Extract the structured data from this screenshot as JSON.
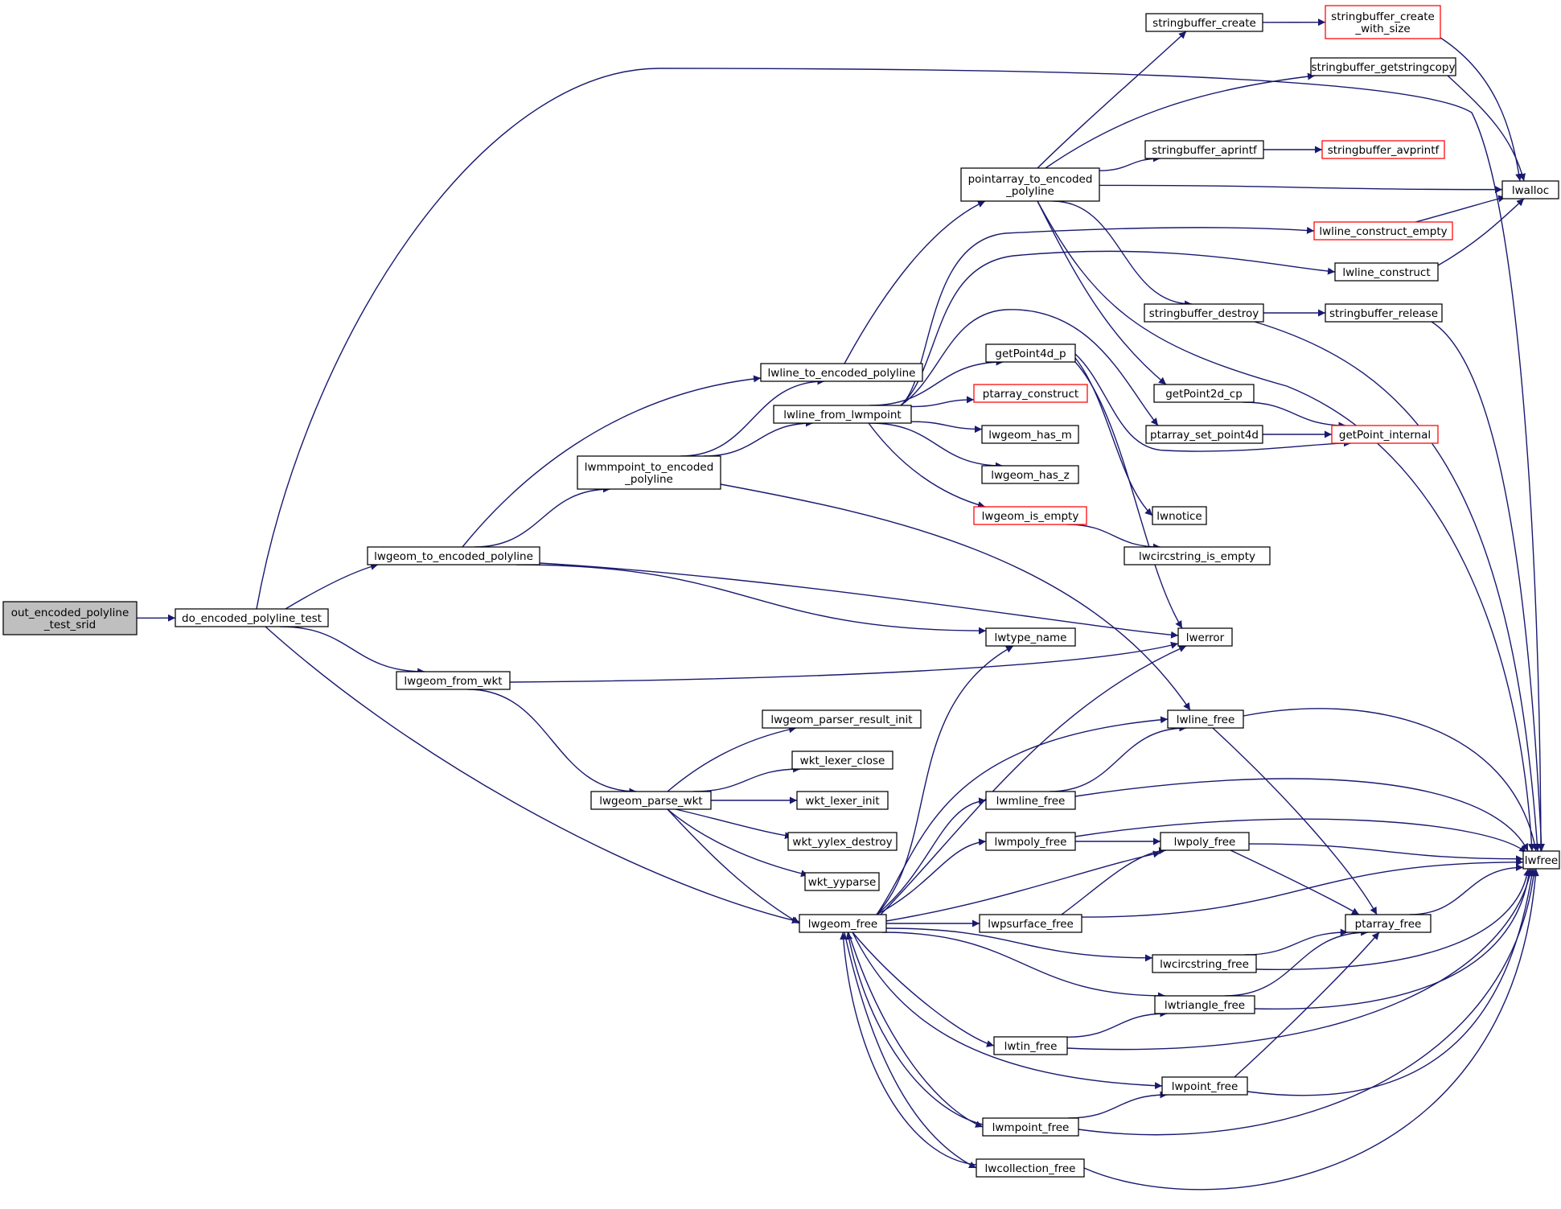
{
  "colors": {
    "edge": "#191970",
    "box_border": "#000000",
    "box_border_truncated": "#ff0000",
    "root_fill": "#bfbfbf",
    "node_fill": "#ffffff",
    "text": "#000000"
  },
  "nodes": [
    {
      "id": "root",
      "lines": [
        "out_encoded_polyline",
        "_test_srid"
      ],
      "style": "root"
    },
    {
      "id": "do_test",
      "lines": [
        "do_encoded_polyline_test"
      ],
      "style": "normal"
    },
    {
      "id": "to_enc",
      "lines": [
        "lwgeom_to_encoded_polyline"
      ],
      "style": "normal"
    },
    {
      "id": "from_wkt",
      "lines": [
        "lwgeom_from_wkt"
      ],
      "style": "normal"
    },
    {
      "id": "line_enc",
      "lines": [
        "lwline_to_encoded_polyline"
      ],
      "style": "normal"
    },
    {
      "id": "mpt_enc",
      "lines": [
        "lwmmpoint_to_encoded",
        "_polyline"
      ],
      "style": "normal"
    },
    {
      "id": "parse_wkt",
      "lines": [
        "lwgeom_parse_wkt"
      ],
      "style": "normal"
    },
    {
      "id": "geom_free",
      "lines": [
        "lwgeom_free"
      ],
      "style": "normal"
    },
    {
      "id": "line_from_pt",
      "lines": [
        "lwline_from_lwmpoint"
      ],
      "style": "normal"
    },
    {
      "id": "pa_enc",
      "lines": [
        "pointarray_to_encoded",
        "_polyline"
      ],
      "style": "normal"
    },
    {
      "id": "parser_init",
      "lines": [
        "lwgeom_parser_result_init"
      ],
      "style": "normal"
    },
    {
      "id": "lex_close",
      "lines": [
        "wkt_lexer_close"
      ],
      "style": "normal"
    },
    {
      "id": "lex_init",
      "lines": [
        "wkt_lexer_init"
      ],
      "style": "normal"
    },
    {
      "id": "yylex_destroy",
      "lines": [
        "wkt_yylex_destroy"
      ],
      "style": "normal"
    },
    {
      "id": "yyparse",
      "lines": [
        "wkt_yyparse"
      ],
      "style": "normal"
    },
    {
      "id": "getp4d",
      "lines": [
        "getPoint4d_p"
      ],
      "style": "normal"
    },
    {
      "id": "pa_construct",
      "lines": [
        "ptarray_construct"
      ],
      "style": "truncated"
    },
    {
      "id": "has_m",
      "lines": [
        "lwgeom_has_m"
      ],
      "style": "normal"
    },
    {
      "id": "has_z",
      "lines": [
        "lwgeom_has_z"
      ],
      "style": "normal"
    },
    {
      "id": "is_empty",
      "lines": [
        "lwgeom_is_empty"
      ],
      "style": "truncated"
    },
    {
      "id": "type_name",
      "lines": [
        "lwtype_name"
      ],
      "style": "normal"
    },
    {
      "id": "mline_free",
      "lines": [
        "lwmline_free"
      ],
      "style": "normal"
    },
    {
      "id": "mpoly_free",
      "lines": [
        "lwmpoly_free"
      ],
      "style": "normal"
    },
    {
      "id": "psurf_free",
      "lines": [
        "lwpsurface_free"
      ],
      "style": "normal"
    },
    {
      "id": "tin_free",
      "lines": [
        "lwtin_free"
      ],
      "style": "normal"
    },
    {
      "id": "mpoint_free",
      "lines": [
        "lwmpoint_free"
      ],
      "style": "normal"
    },
    {
      "id": "coll_free",
      "lines": [
        "lwcollection_free"
      ],
      "style": "normal"
    },
    {
      "id": "sb_create",
      "lines": [
        "stringbuffer_create"
      ],
      "style": "normal"
    },
    {
      "id": "sb_aprintf",
      "lines": [
        "stringbuffer_aprintf"
      ],
      "style": "normal"
    },
    {
      "id": "sb_destroy",
      "lines": [
        "stringbuffer_destroy"
      ],
      "style": "normal"
    },
    {
      "id": "getp2d",
      "lines": [
        "getPoint2d_cp"
      ],
      "style": "normal"
    },
    {
      "id": "pa_set4d",
      "lines": [
        "ptarray_set_point4d"
      ],
      "style": "normal"
    },
    {
      "id": "notice",
      "lines": [
        "lwnotice"
      ],
      "style": "normal"
    },
    {
      "id": "circ_empty",
      "lines": [
        "lwcircstring_is_empty"
      ],
      "style": "normal"
    },
    {
      "id": "error",
      "lines": [
        "lwerror"
      ],
      "style": "normal"
    },
    {
      "id": "line_free",
      "lines": [
        "lwline_free"
      ],
      "style": "normal"
    },
    {
      "id": "poly_free",
      "lines": [
        "lwpoly_free"
      ],
      "style": "normal"
    },
    {
      "id": "circ_free",
      "lines": [
        "lwcircstring_free"
      ],
      "style": "normal"
    },
    {
      "id": "tri_free",
      "lines": [
        "lwtriangle_free"
      ],
      "style": "normal"
    },
    {
      "id": "point_free",
      "lines": [
        "lwpoint_free"
      ],
      "style": "normal"
    },
    {
      "id": "sb_create_ws",
      "lines": [
        "stringbuffer_create",
        "_with_size"
      ],
      "style": "truncated"
    },
    {
      "id": "sb_getcopy",
      "lines": [
        "stringbuffer_getstringcopy"
      ],
      "style": "normal"
    },
    {
      "id": "sb_avprintf",
      "lines": [
        "stringbuffer_avprintf"
      ],
      "style": "truncated"
    },
    {
      "id": "line_cons_empty",
      "lines": [
        "lwline_construct_empty"
      ],
      "style": "truncated"
    },
    {
      "id": "line_cons",
      "lines": [
        "lwline_construct"
      ],
      "style": "normal"
    },
    {
      "id": "sb_release",
      "lines": [
        "stringbuffer_release"
      ],
      "style": "normal"
    },
    {
      "id": "getp_internal",
      "lines": [
        "getPoint_internal"
      ],
      "style": "truncated"
    },
    {
      "id": "pa_free",
      "lines": [
        "ptarray_free"
      ],
      "style": "normal"
    },
    {
      "id": "lwalloc",
      "lines": [
        "lwalloc"
      ],
      "style": "normal"
    },
    {
      "id": "lwfree",
      "lines": [
        "lwfree"
      ],
      "style": "normal"
    }
  ],
  "edges": [
    [
      "root",
      "do_test"
    ],
    [
      "do_test",
      "to_enc"
    ],
    [
      "do_test",
      "from_wkt"
    ],
    [
      "do_test",
      "geom_free"
    ],
    [
      "do_test",
      "lwfree"
    ],
    [
      "to_enc",
      "line_enc"
    ],
    [
      "to_enc",
      "mpt_enc"
    ],
    [
      "to_enc",
      "type_name"
    ],
    [
      "to_enc",
      "error"
    ],
    [
      "from_wkt",
      "parse_wkt"
    ],
    [
      "from_wkt",
      "error"
    ],
    [
      "line_enc",
      "pa_enc"
    ],
    [
      "mpt_enc",
      "line_enc"
    ],
    [
      "mpt_enc",
      "line_from_pt"
    ],
    [
      "mpt_enc",
      "line_free"
    ],
    [
      "parse_wkt",
      "parser_init"
    ],
    [
      "parse_wkt",
      "lex_close"
    ],
    [
      "parse_wkt",
      "lex_init"
    ],
    [
      "parse_wkt",
      "yylex_destroy"
    ],
    [
      "parse_wkt",
      "yyparse"
    ],
    [
      "parse_wkt",
      "geom_free"
    ],
    [
      "line_from_pt",
      "getp4d"
    ],
    [
      "line_from_pt",
      "pa_construct"
    ],
    [
      "line_from_pt",
      "has_m"
    ],
    [
      "line_from_pt",
      "has_z"
    ],
    [
      "line_from_pt",
      "is_empty"
    ],
    [
      "line_from_pt",
      "line_cons_empty"
    ],
    [
      "line_from_pt",
      "line_cons"
    ],
    [
      "line_from_pt",
      "pa_set4d"
    ],
    [
      "pa_enc",
      "sb_create"
    ],
    [
      "pa_enc",
      "sb_getcopy"
    ],
    [
      "pa_enc",
      "sb_aprintf"
    ],
    [
      "pa_enc",
      "lwalloc"
    ],
    [
      "pa_enc",
      "sb_destroy"
    ],
    [
      "pa_enc",
      "getp2d"
    ],
    [
      "pa_enc",
      "lwfree"
    ],
    [
      "geom_free",
      "type_name"
    ],
    [
      "geom_free",
      "error"
    ],
    [
      "geom_free",
      "line_free"
    ],
    [
      "geom_free",
      "mline_free"
    ],
    [
      "geom_free",
      "mpoly_free"
    ],
    [
      "geom_free",
      "poly_free"
    ],
    [
      "geom_free",
      "psurf_free"
    ],
    [
      "geom_free",
      "circ_free"
    ],
    [
      "geom_free",
      "tri_free"
    ],
    [
      "geom_free",
      "tin_free"
    ],
    [
      "geom_free",
      "point_free"
    ],
    [
      "geom_free",
      "mpoint_free"
    ],
    [
      "geom_free",
      "coll_free"
    ],
    [
      "coll_free",
      "geom_free"
    ],
    [
      "mpoint_free",
      "geom_free"
    ],
    [
      "getp4d",
      "getp_internal"
    ],
    [
      "getp4d",
      "notice"
    ],
    [
      "getp4d",
      "error"
    ],
    [
      "is_empty",
      "circ_empty"
    ],
    [
      "sb_create",
      "sb_create_ws"
    ],
    [
      "sb_create_ws",
      "lwalloc"
    ],
    [
      "sb_getcopy",
      "lwalloc"
    ],
    [
      "sb_aprintf",
      "sb_avprintf"
    ],
    [
      "line_cons_empty",
      "lwalloc"
    ],
    [
      "line_cons",
      "lwalloc"
    ],
    [
      "sb_destroy",
      "sb_release"
    ],
    [
      "sb_destroy",
      "lwfree"
    ],
    [
      "sb_release",
      "lwfree"
    ],
    [
      "getp2d",
      "getp_internal"
    ],
    [
      "pa_set4d",
      "getp_internal"
    ],
    [
      "line_free",
      "lwfree"
    ],
    [
      "line_free",
      "pa_free"
    ],
    [
      "mline_free",
      "line_free"
    ],
    [
      "mline_free",
      "lwfree"
    ],
    [
      "mpoly_free",
      "poly_free"
    ],
    [
      "mpoly_free",
      "lwfree"
    ],
    [
      "psurf_free",
      "poly_free"
    ],
    [
      "psurf_free",
      "lwfree"
    ],
    [
      "poly_free",
      "lwfree"
    ],
    [
      "poly_free",
      "pa_free"
    ],
    [
      "circ_free",
      "pa_free"
    ],
    [
      "circ_free",
      "lwfree"
    ],
    [
      "tri_free",
      "pa_free"
    ],
    [
      "tri_free",
      "lwfree"
    ],
    [
      "tin_free",
      "tri_free"
    ],
    [
      "tin_free",
      "lwfree"
    ],
    [
      "point_free",
      "pa_free"
    ],
    [
      "point_free",
      "lwfree"
    ],
    [
      "mpoint_free",
      "point_free"
    ],
    [
      "mpoint_free",
      "lwfree"
    ],
    [
      "coll_free",
      "lwfree"
    ],
    [
      "pa_free",
      "lwfree"
    ]
  ]
}
